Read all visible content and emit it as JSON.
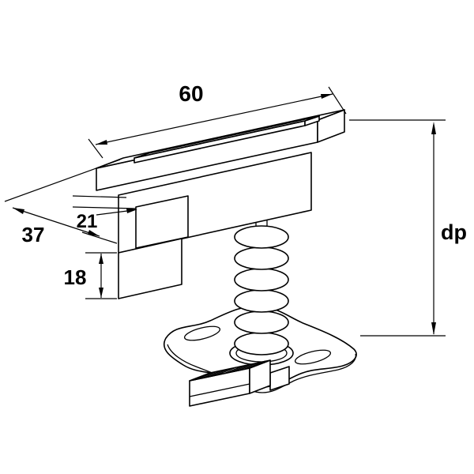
{
  "figure": {
    "type": "technical-line-drawing",
    "subject": "solar mid clamp with spring, grounding base plate and channel nut"
  },
  "dimensions": {
    "top_width": "60",
    "depth": "37",
    "inner_width": "21",
    "leg_height": "18",
    "panel_depth": "dp"
  },
  "colors": {
    "line": "#000000",
    "background": "#ffffff"
  }
}
